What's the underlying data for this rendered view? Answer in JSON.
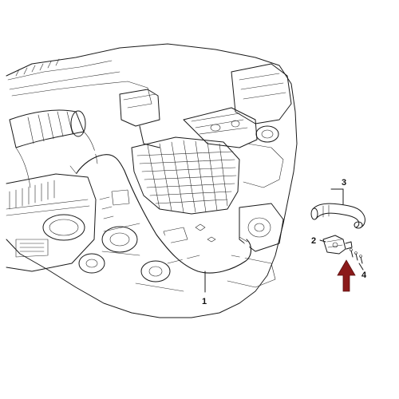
{
  "callouts": {
    "c1": "1",
    "c2": "2",
    "c3": "3",
    "c4": "4"
  },
  "colors": {
    "arrow": "#8b1a1a",
    "line": "#1a1a1a"
  }
}
